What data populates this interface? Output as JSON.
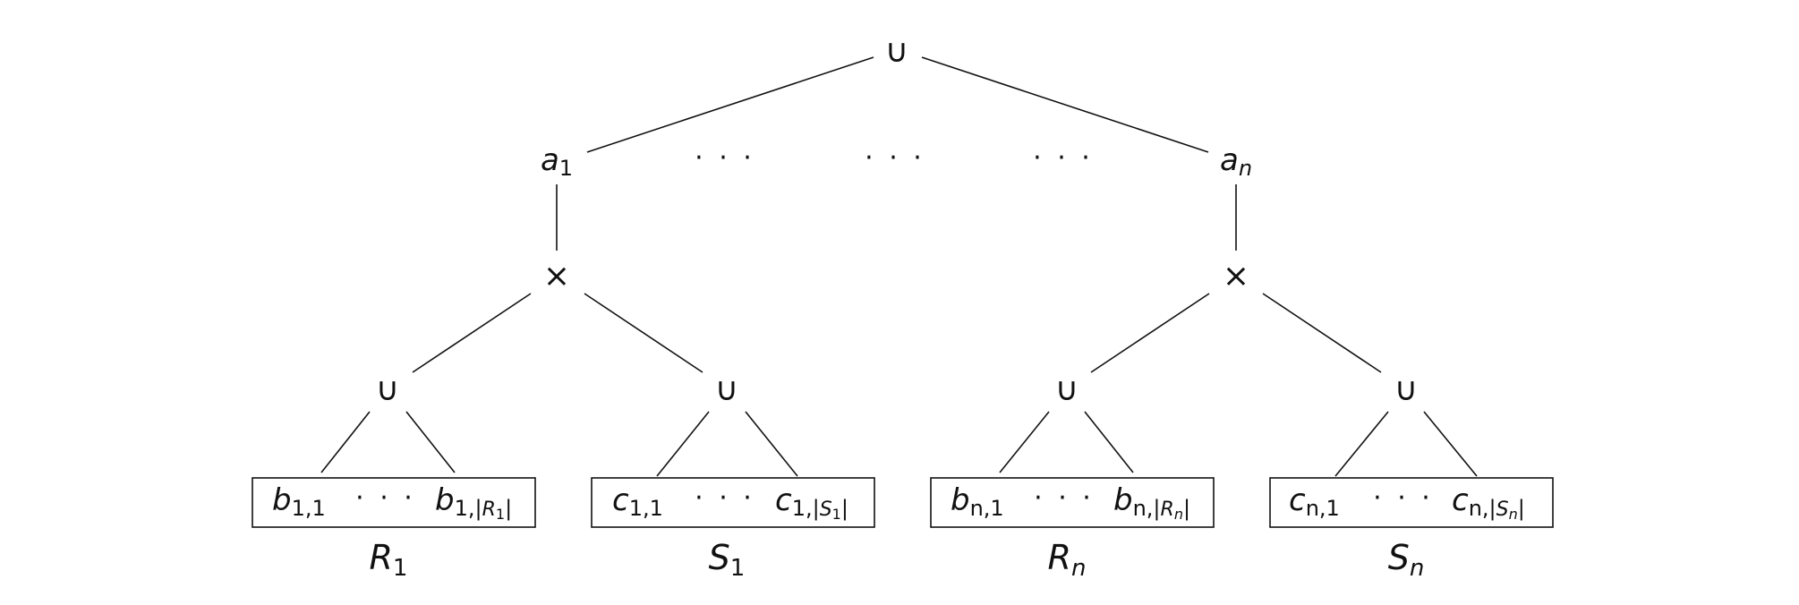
{
  "root": {
    "symbol": "∪"
  },
  "level_a": {
    "left": {
      "base": "a",
      "sub": "1"
    },
    "right": {
      "base": "a",
      "sub": "n"
    },
    "ellipses": [
      "· · ·",
      "· · ·",
      "· · ·"
    ]
  },
  "products": {
    "symbol": "×"
  },
  "unions": {
    "symbol": "∪"
  },
  "leaf_sets": [
    {
      "first": {
        "base": "b",
        "sub": "1,1"
      },
      "dots": "· · ·",
      "last": {
        "base": "b",
        "sub_pre": "1,|",
        "sub_var": "R",
        "sub_var_sub": "1",
        "sub_post": "|"
      },
      "label": {
        "base": "R",
        "sub": "1"
      }
    },
    {
      "first": {
        "base": "c",
        "sub": "1,1"
      },
      "dots": "· · ·",
      "last": {
        "base": "c",
        "sub_pre": "1,|",
        "sub_var": "S",
        "sub_var_sub": "1",
        "sub_post": "|"
      },
      "label": {
        "base": "S",
        "sub": "1"
      }
    },
    {
      "first": {
        "base": "b",
        "sub": "n,1"
      },
      "dots": "· · ·",
      "last": {
        "base": "b",
        "sub_pre": "n,|",
        "sub_var": "R",
        "sub_var_sub": "n",
        "sub_post": "|"
      },
      "label": {
        "base": "R",
        "sub": "n"
      }
    },
    {
      "first": {
        "base": "c",
        "sub": "n,1"
      },
      "dots": "· · ·",
      "last": {
        "base": "c",
        "sub_pre": "n,|",
        "sub_var": "S",
        "sub_var_sub": "n",
        "sub_post": "|"
      },
      "label": {
        "base": "S",
        "sub": "n"
      }
    }
  ]
}
